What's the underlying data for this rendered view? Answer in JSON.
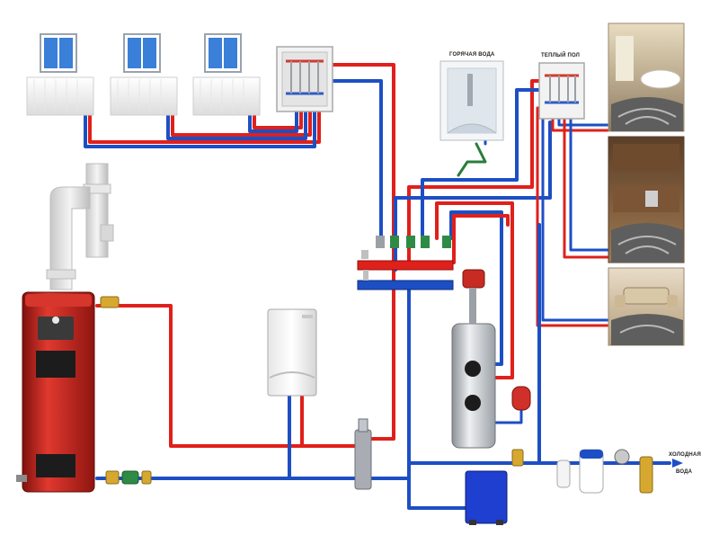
{
  "labels": {
    "hot_water": "ГОРЯЧАЯ ВОДА",
    "warm_floor": "ТЕПЛЫЙ ПОЛ",
    "cold_water_line1": "ХОЛОДНАЯ",
    "cold_water_line2": "ВОДА"
  },
  "colors": {
    "supply": "#e0201b",
    "return": "#1d4fc4",
    "boiler": "#c8241c",
    "tank": "#b8bcc2",
    "pump_unit": "#1f3fd0",
    "floor_coil": "#8a8f96"
  }
}
